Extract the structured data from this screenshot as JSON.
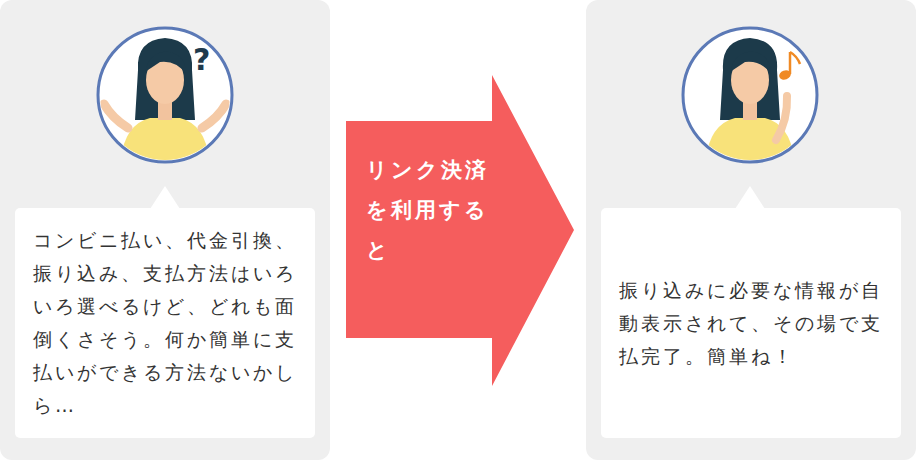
{
  "diagram": {
    "nodes": [
      {
        "text": [
          "コンビニ払い、代金引換、振り込み、支払方法はいろいろ選べるけど、どれも面倒くさそう。何か簡単に支払いができる方法ないかしら…"
        ]
      },
      {
        "text": [
          "リンク決済を利用すると"
        ]
      },
      {
        "text": [
          "振り込みに必要な情報が自動表示されて、その場で支払完了。簡単ね！"
        ]
      }
    ],
    "labels": [
      "?"
    ]
  }
}
